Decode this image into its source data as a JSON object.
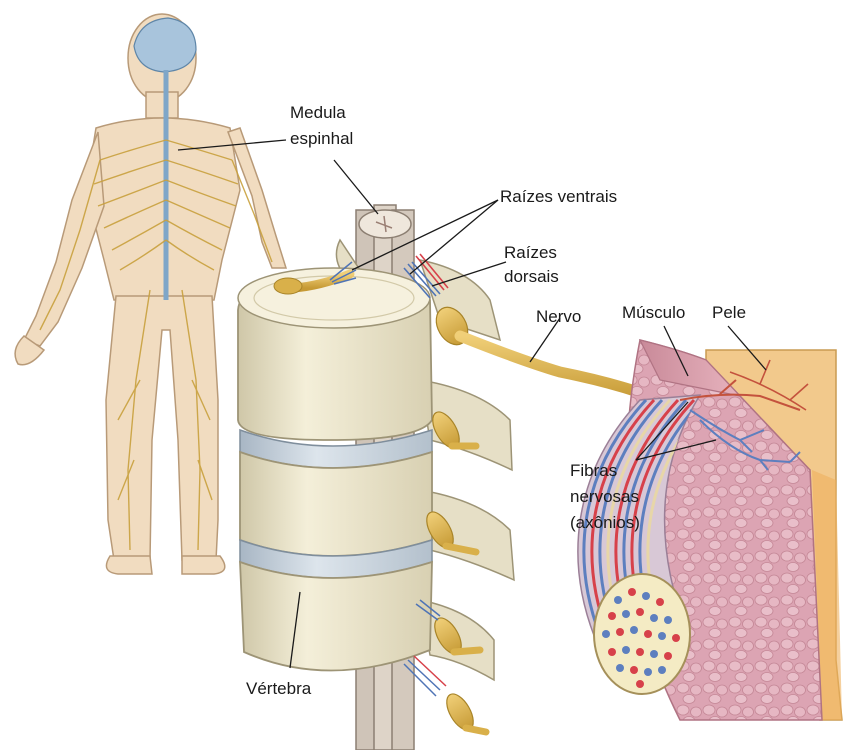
{
  "labels": {
    "medula_1": "Medula",
    "medula_2": "espinhal",
    "raizes_ventrais": "Raízes ventrais",
    "raizes_dorsais_1": "Raízes",
    "raizes_dorsais_2": "dorsais",
    "nervo": "Nervo",
    "musculo": "Músculo",
    "pele": "Pele",
    "fibras_1": "Fibras",
    "fibras_2": "nervosas",
    "fibras_3": "(axônios)",
    "vertebra": "Vértebra"
  },
  "colors": {
    "nerve": "#d9b04a",
    "bone": "#ece6cc",
    "disc": "#c9d3dd",
    "skin": "#f2c98c",
    "muscle": "#d89aa8",
    "axon_blue": "#5d7fbf",
    "axon_red": "#d7414a"
  }
}
